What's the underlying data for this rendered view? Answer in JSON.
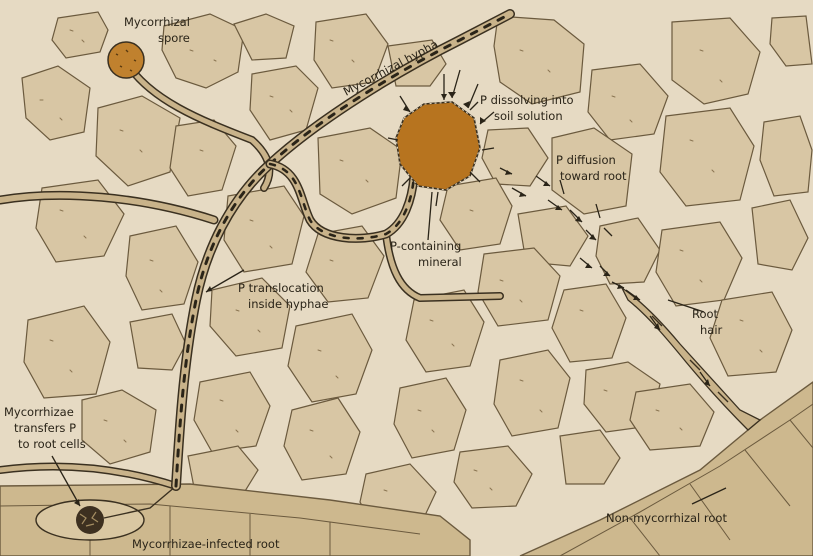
{
  "diagram": {
    "labels": {
      "spore_line1": "Mycorrhizal",
      "spore_line2": "spore",
      "hypha": "Mycorrhizal hypha",
      "dissolve_line1": "P dissolving into",
      "dissolve_line2": "soil solution",
      "diffusion_line1": "P diffusion",
      "diffusion_line2": "toward root",
      "mineral_line1": "P-containing",
      "mineral_line2": "mineral",
      "translocation_line1": "P translocation",
      "translocation_line2": "inside hyphae",
      "roothair_line1": "Root",
      "roothair_line2": "hair",
      "transfer_line1": "Mycorrhizae",
      "transfer_line2": "transfers P",
      "transfer_line3": "to root cells",
      "infected_root": "Mycorrhizae-infected root",
      "nonmyco_root": "Non-mycorrhizal root"
    },
    "colors": {
      "background": "#e6dac3",
      "soil_particle": "#d8c6a4",
      "particle_outline": "#6b5a3e",
      "hypha": "#c9b38a",
      "root": "#cdb88e",
      "mineral": "#b7741f",
      "spore": "#c0812e",
      "line": "#3a3020"
    }
  }
}
